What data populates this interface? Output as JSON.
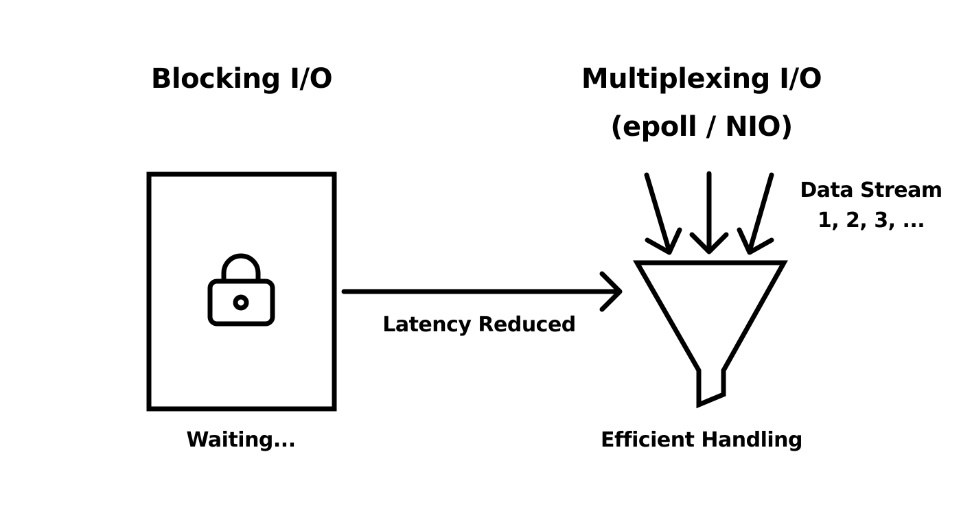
{
  "left_panel": {
    "title": "Blocking I/O",
    "caption": "Waiting..."
  },
  "connector": {
    "label": "Latency Reduced"
  },
  "right_panel": {
    "title_line1": "Multiplexing I/O",
    "title_line2": "(epoll / NIO)",
    "stream_label_line1": "Data Stream",
    "stream_label_line2": "1, 2, 3, ...",
    "caption": "Efficient Handling"
  },
  "colors": {
    "stroke": "#000000",
    "background": "#ffffff"
  }
}
